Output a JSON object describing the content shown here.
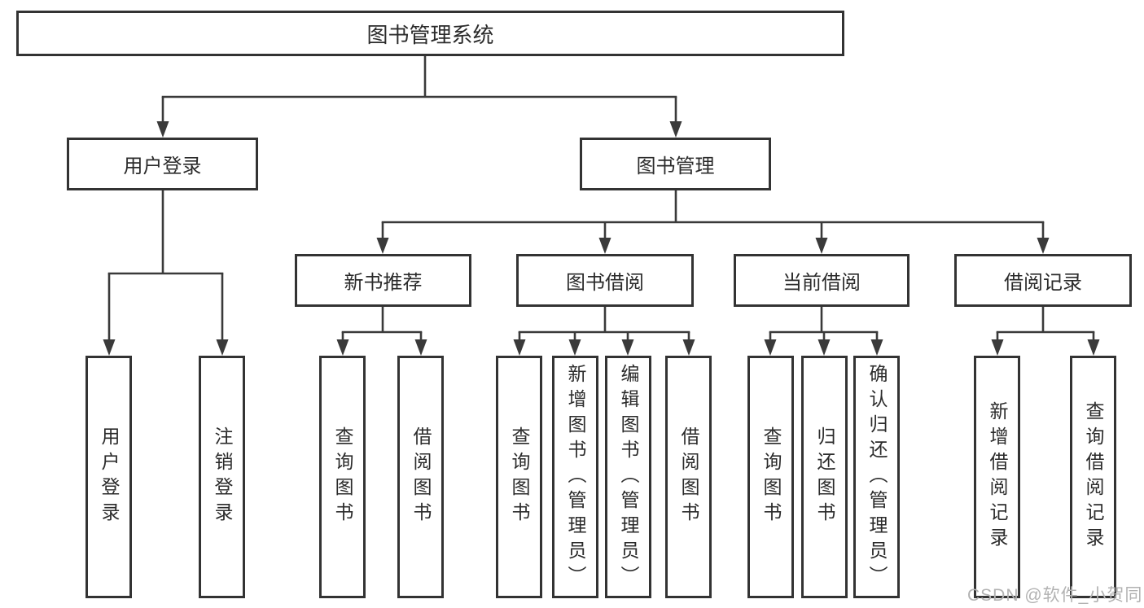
{
  "diagram": {
    "type": "tree",
    "root": {
      "label": "图书管理系统"
    },
    "level2": [
      {
        "label": "用户登录"
      },
      {
        "label": "图书管理"
      }
    ],
    "level3": [
      {
        "label": "新书推荐",
        "parent": "图书管理"
      },
      {
        "label": "图书借阅",
        "parent": "图书管理"
      },
      {
        "label": "当前借阅",
        "parent": "图书管理"
      },
      {
        "label": "借阅记录",
        "parent": "图书管理"
      }
    ],
    "leaves": [
      {
        "label": "用户登录",
        "parent": "用户登录"
      },
      {
        "label": "注销登录",
        "parent": "用户登录"
      },
      {
        "label": "查询图书",
        "parent": "新书推荐"
      },
      {
        "label": "借阅图书",
        "parent": "新书推荐"
      },
      {
        "label": "查询图书",
        "parent": "图书借阅"
      },
      {
        "label": "新增图书（管理员）",
        "parent": "图书借阅"
      },
      {
        "label": "编辑图书（管理员）",
        "parent": "图书借阅"
      },
      {
        "label": "借阅图书",
        "parent": "图书借阅"
      },
      {
        "label": "查询图书",
        "parent": "当前借阅"
      },
      {
        "label": "归还图书",
        "parent": "当前借阅"
      },
      {
        "label": "确认归还（管理员）",
        "parent": "当前借阅"
      },
      {
        "label": "新增借阅记录",
        "parent": "借阅记录"
      },
      {
        "label": "查询借阅记录",
        "parent": "借阅记录"
      }
    ],
    "colors": {
      "line": "#3a3a3a",
      "box_border": "#333333",
      "text": "#2b2b2b",
      "background": "#ffffff"
    }
  },
  "watermark": {
    "text": "CSDN @软件_小贺同学",
    "color": "#b2b2b2"
  }
}
